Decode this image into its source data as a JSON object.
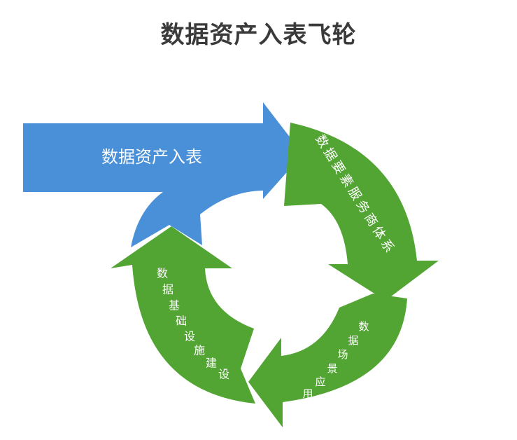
{
  "title": "数据资产入表飞轮",
  "colors": {
    "blue_arrow": "#4a90d9",
    "green_arrows": "#52a533",
    "title_text": "#3a3a3a",
    "label_text": "#ffffff"
  },
  "labels": {
    "main_arrow": "数据资产入表",
    "top_right": [
      "数",
      "据",
      "要",
      "素",
      "服",
      "务",
      "商",
      "体",
      "系"
    ],
    "bottom_right": [
      "数",
      "据",
      "场",
      "景",
      "应",
      "用"
    ],
    "left": [
      "数",
      "据",
      "基",
      "础",
      "设",
      "施",
      "建",
      "设"
    ]
  }
}
